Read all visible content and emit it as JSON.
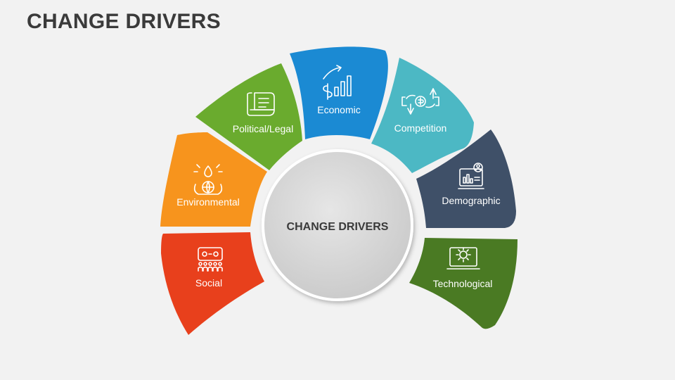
{
  "title": "CHANGE DRIVERS",
  "center": {
    "label": "CHANGE DRIVERS"
  },
  "segments": [
    {
      "label": "Social",
      "icon": "social-network-icon",
      "color": "#e8401c"
    },
    {
      "label": "Environmental",
      "icon": "environment-globe-icon",
      "color": "#f7941d"
    },
    {
      "label": "Political/Legal",
      "icon": "legal-scroll-icon",
      "color": "#6aab2e"
    },
    {
      "label": "Economic",
      "icon": "growth-chart-icon",
      "color": "#1b8ad3"
    },
    {
      "label": "Competition",
      "icon": "exchange-hands-icon",
      "color": "#4cb8c4"
    },
    {
      "label": "Demographic",
      "icon": "analytics-monitor-icon",
      "color": "#3f5068"
    },
    {
      "label": "Technological",
      "icon": "laptop-gear-icon",
      "color": "#4a7a23"
    }
  ]
}
